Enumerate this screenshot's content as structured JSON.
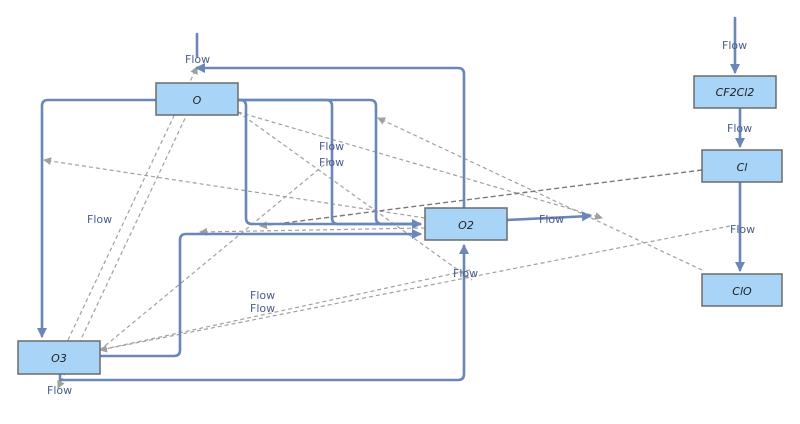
{
  "diagram": {
    "nodes": {
      "o": "O",
      "o2": "O2",
      "o3": "O3",
      "cf2cl2": "CF2Cl2",
      "cl": "Cl",
      "clo": "ClO"
    },
    "edge_label": "Flow"
  },
  "colors": {
    "node_fill": "#a8d4f8",
    "node_border": "#6b6b6b",
    "solid_edge": "#6b86b8",
    "dashed_edge": "#a0a0a0",
    "label_text": "#4a5f8a"
  }
}
